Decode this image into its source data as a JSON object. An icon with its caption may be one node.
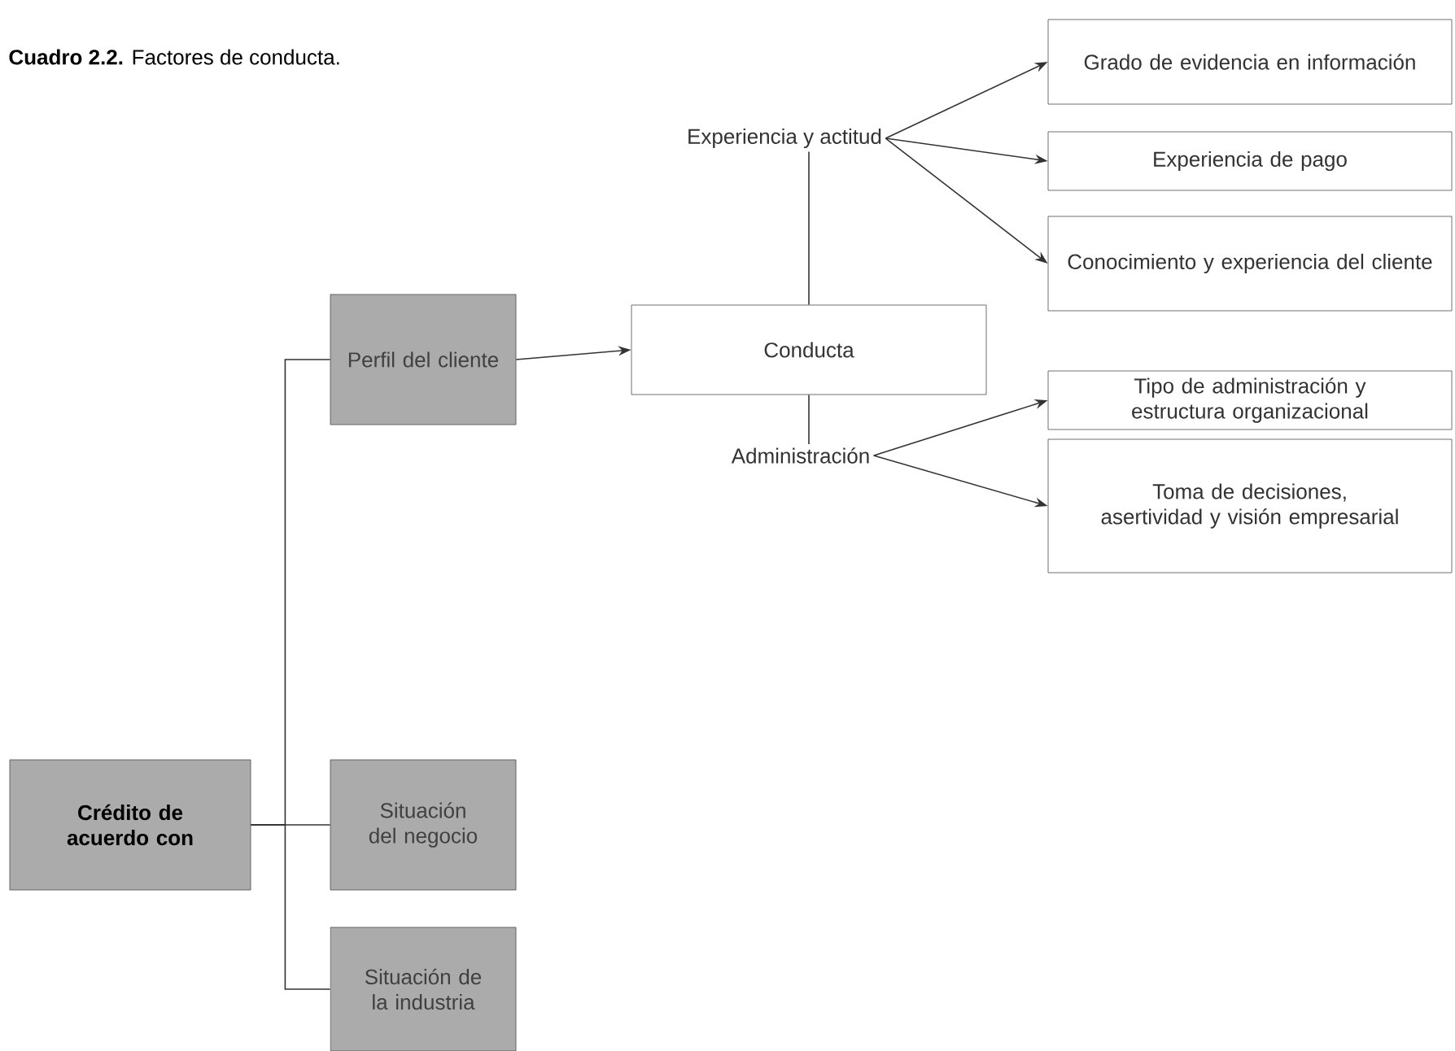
{
  "diagram": {
    "title": "**Cuadro 2.2.** Factores de conducta.",
    "nodes": [
      {
        "text": [
          "Crédito de acuerdo con"
        ]
      },
      {
        "text": [
          "Perfil del cliente"
        ]
      },
      {
        "text": [
          "Situación del negocio"
        ]
      },
      {
        "text": [
          "Situación de la industria"
        ]
      },
      {
        "text": [
          "Conducta"
        ]
      },
      {
        "text": [
          "Experiencia y actitud"
        ]
      },
      {
        "text": [
          "Administración"
        ]
      },
      {
        "text": [
          "Grado de evidencia en información"
        ]
      },
      {
        "text": [
          "Experiencia de pago"
        ]
      },
      {
        "text": [
          "Conocimiento y experiencia del cliente"
        ]
      },
      {
        "text": [
          "Tipo de administración y estructura organizacional"
        ]
      },
      {
        "text": [
          "Toma de decisiones, asertividad y visión empresarial"
        ]
      }
    ],
    "edges": [
      {
        "from": 0,
        "to": 1,
        "arrow": "none"
      },
      {
        "from": 0,
        "to": 2,
        "arrow": "none"
      },
      {
        "from": 0,
        "to": 3,
        "arrow": "none"
      },
      {
        "from": 1,
        "to": 4,
        "arrow": "to"
      },
      {
        "from": 5,
        "to": 4,
        "arrow": "none"
      },
      {
        "from": 6,
        "to": 4,
        "arrow": "none"
      },
      {
        "from": 5,
        "to": 7,
        "arrow": "to"
      },
      {
        "from": 5,
        "to": 8,
        "arrow": "to"
      },
      {
        "from": 5,
        "to": 9,
        "arrow": "to"
      },
      {
        "from": 6,
        "to": 10,
        "arrow": "to"
      },
      {
        "from": 6,
        "to": 11,
        "arrow": "to"
      }
    ]
  }
}
